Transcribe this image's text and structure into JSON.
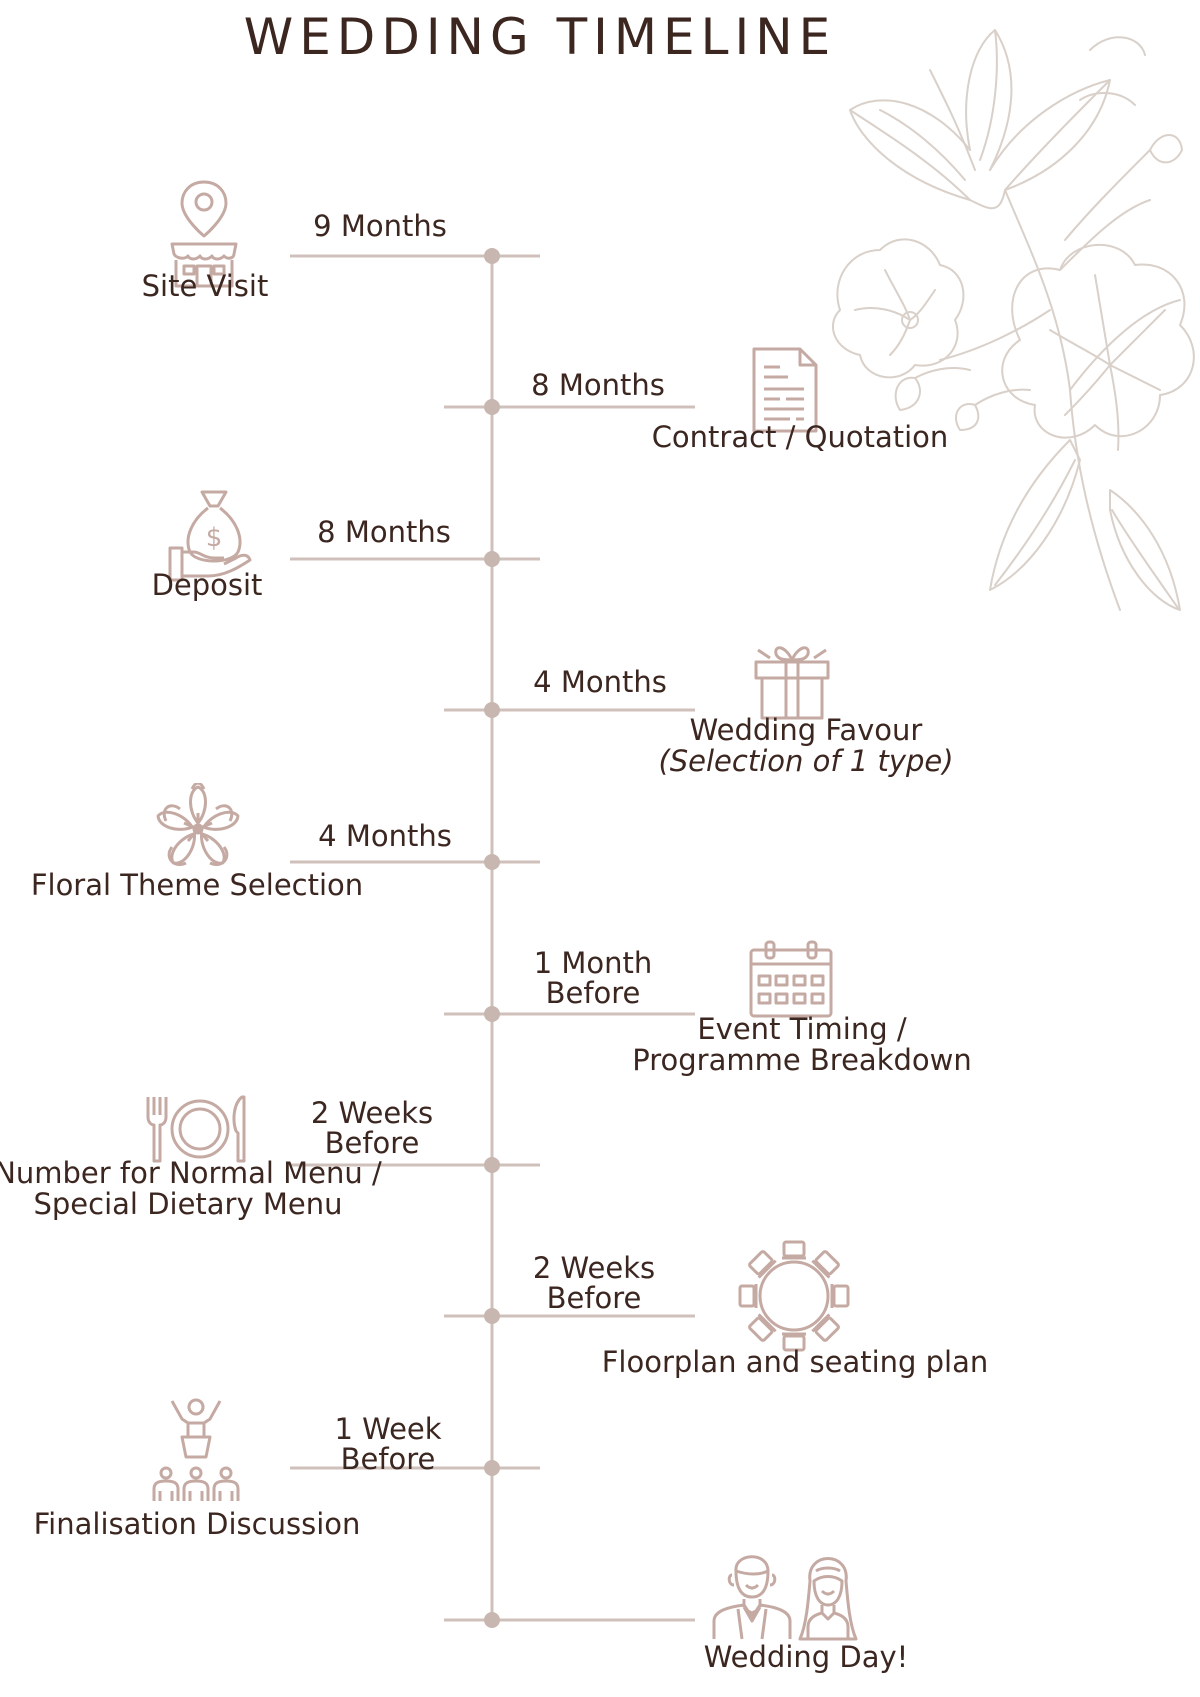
{
  "title": "WEDDING TIMELINE",
  "colors": {
    "line": "#cfc0bb",
    "dot": "#c8b6b0",
    "icon": "#c5aaa3",
    "text": "#3b2620",
    "floral": "#d9d0c9"
  },
  "milestones": [
    {
      "side": "left",
      "time_lines": [
        "9 Months"
      ],
      "label_lines": [
        "Site Visit"
      ],
      "icon": "shop-location-icon"
    },
    {
      "side": "right",
      "time_lines": [
        "8 Months"
      ],
      "label_lines": [
        "Contract / Quotation"
      ],
      "icon": "document-icon"
    },
    {
      "side": "left",
      "time_lines": [
        "8 Months"
      ],
      "label_lines": [
        "Deposit"
      ],
      "icon": "money-bag-hand-icon"
    },
    {
      "side": "right",
      "time_lines": [
        "4 Months"
      ],
      "label_lines": [
        "Wedding Favour",
        "(Selection of 1 type)"
      ],
      "icon": "gift-icon"
    },
    {
      "side": "left",
      "time_lines": [
        "4 Months"
      ],
      "label_lines": [
        "Floral Theme Selection"
      ],
      "icon": "flower-icon"
    },
    {
      "side": "right",
      "time_lines": [
        "1 Month",
        "Before"
      ],
      "label_lines": [
        "Event Timing /",
        "Programme Breakdown"
      ],
      "icon": "calendar-icon"
    },
    {
      "side": "left",
      "time_lines": [
        "2 Weeks",
        "Before"
      ],
      "label_lines": [
        "Number for Normal Menu /",
        "Special Dietary Menu"
      ],
      "icon": "plate-cutlery-icon"
    },
    {
      "side": "right",
      "time_lines": [
        "2 Weeks",
        "Before"
      ],
      "label_lines": [
        "Floorplan and seating plan"
      ],
      "icon": "round-table-icon"
    },
    {
      "side": "left",
      "time_lines": [
        "1 Week",
        "Before"
      ],
      "label_lines": [
        "Finalisation Discussion"
      ],
      "icon": "presenter-audience-icon"
    },
    {
      "side": "right",
      "time_lines": [],
      "label_lines": [
        "Wedding Day!"
      ],
      "icon": "bride-groom-icon"
    }
  ]
}
